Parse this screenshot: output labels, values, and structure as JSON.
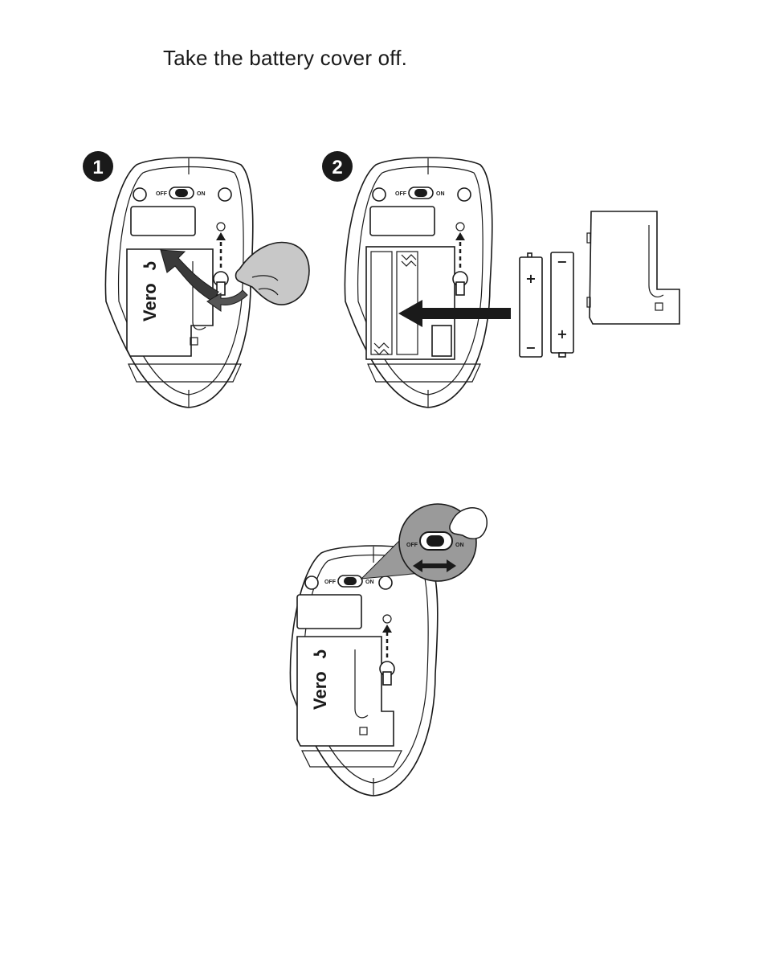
{
  "instruction": "Take the battery cover off.",
  "steps": [
    {
      "number": "1"
    },
    {
      "number": "2"
    }
  ],
  "mouse": {
    "brand": "Vero",
    "brand_mark": "ʖ",
    "switch_off_label": "OFF",
    "switch_on_label": "ON"
  },
  "battery": {
    "plus": "+",
    "minus": "−"
  },
  "zoom": {
    "off_label": "OFF",
    "on_label": "ON"
  },
  "colors": {
    "ink": "#1a1a1a",
    "grey_fill": "#8c8c8c",
    "zoom_grey": "#9a9a9a",
    "hand_grey": "#c8c8c8"
  }
}
